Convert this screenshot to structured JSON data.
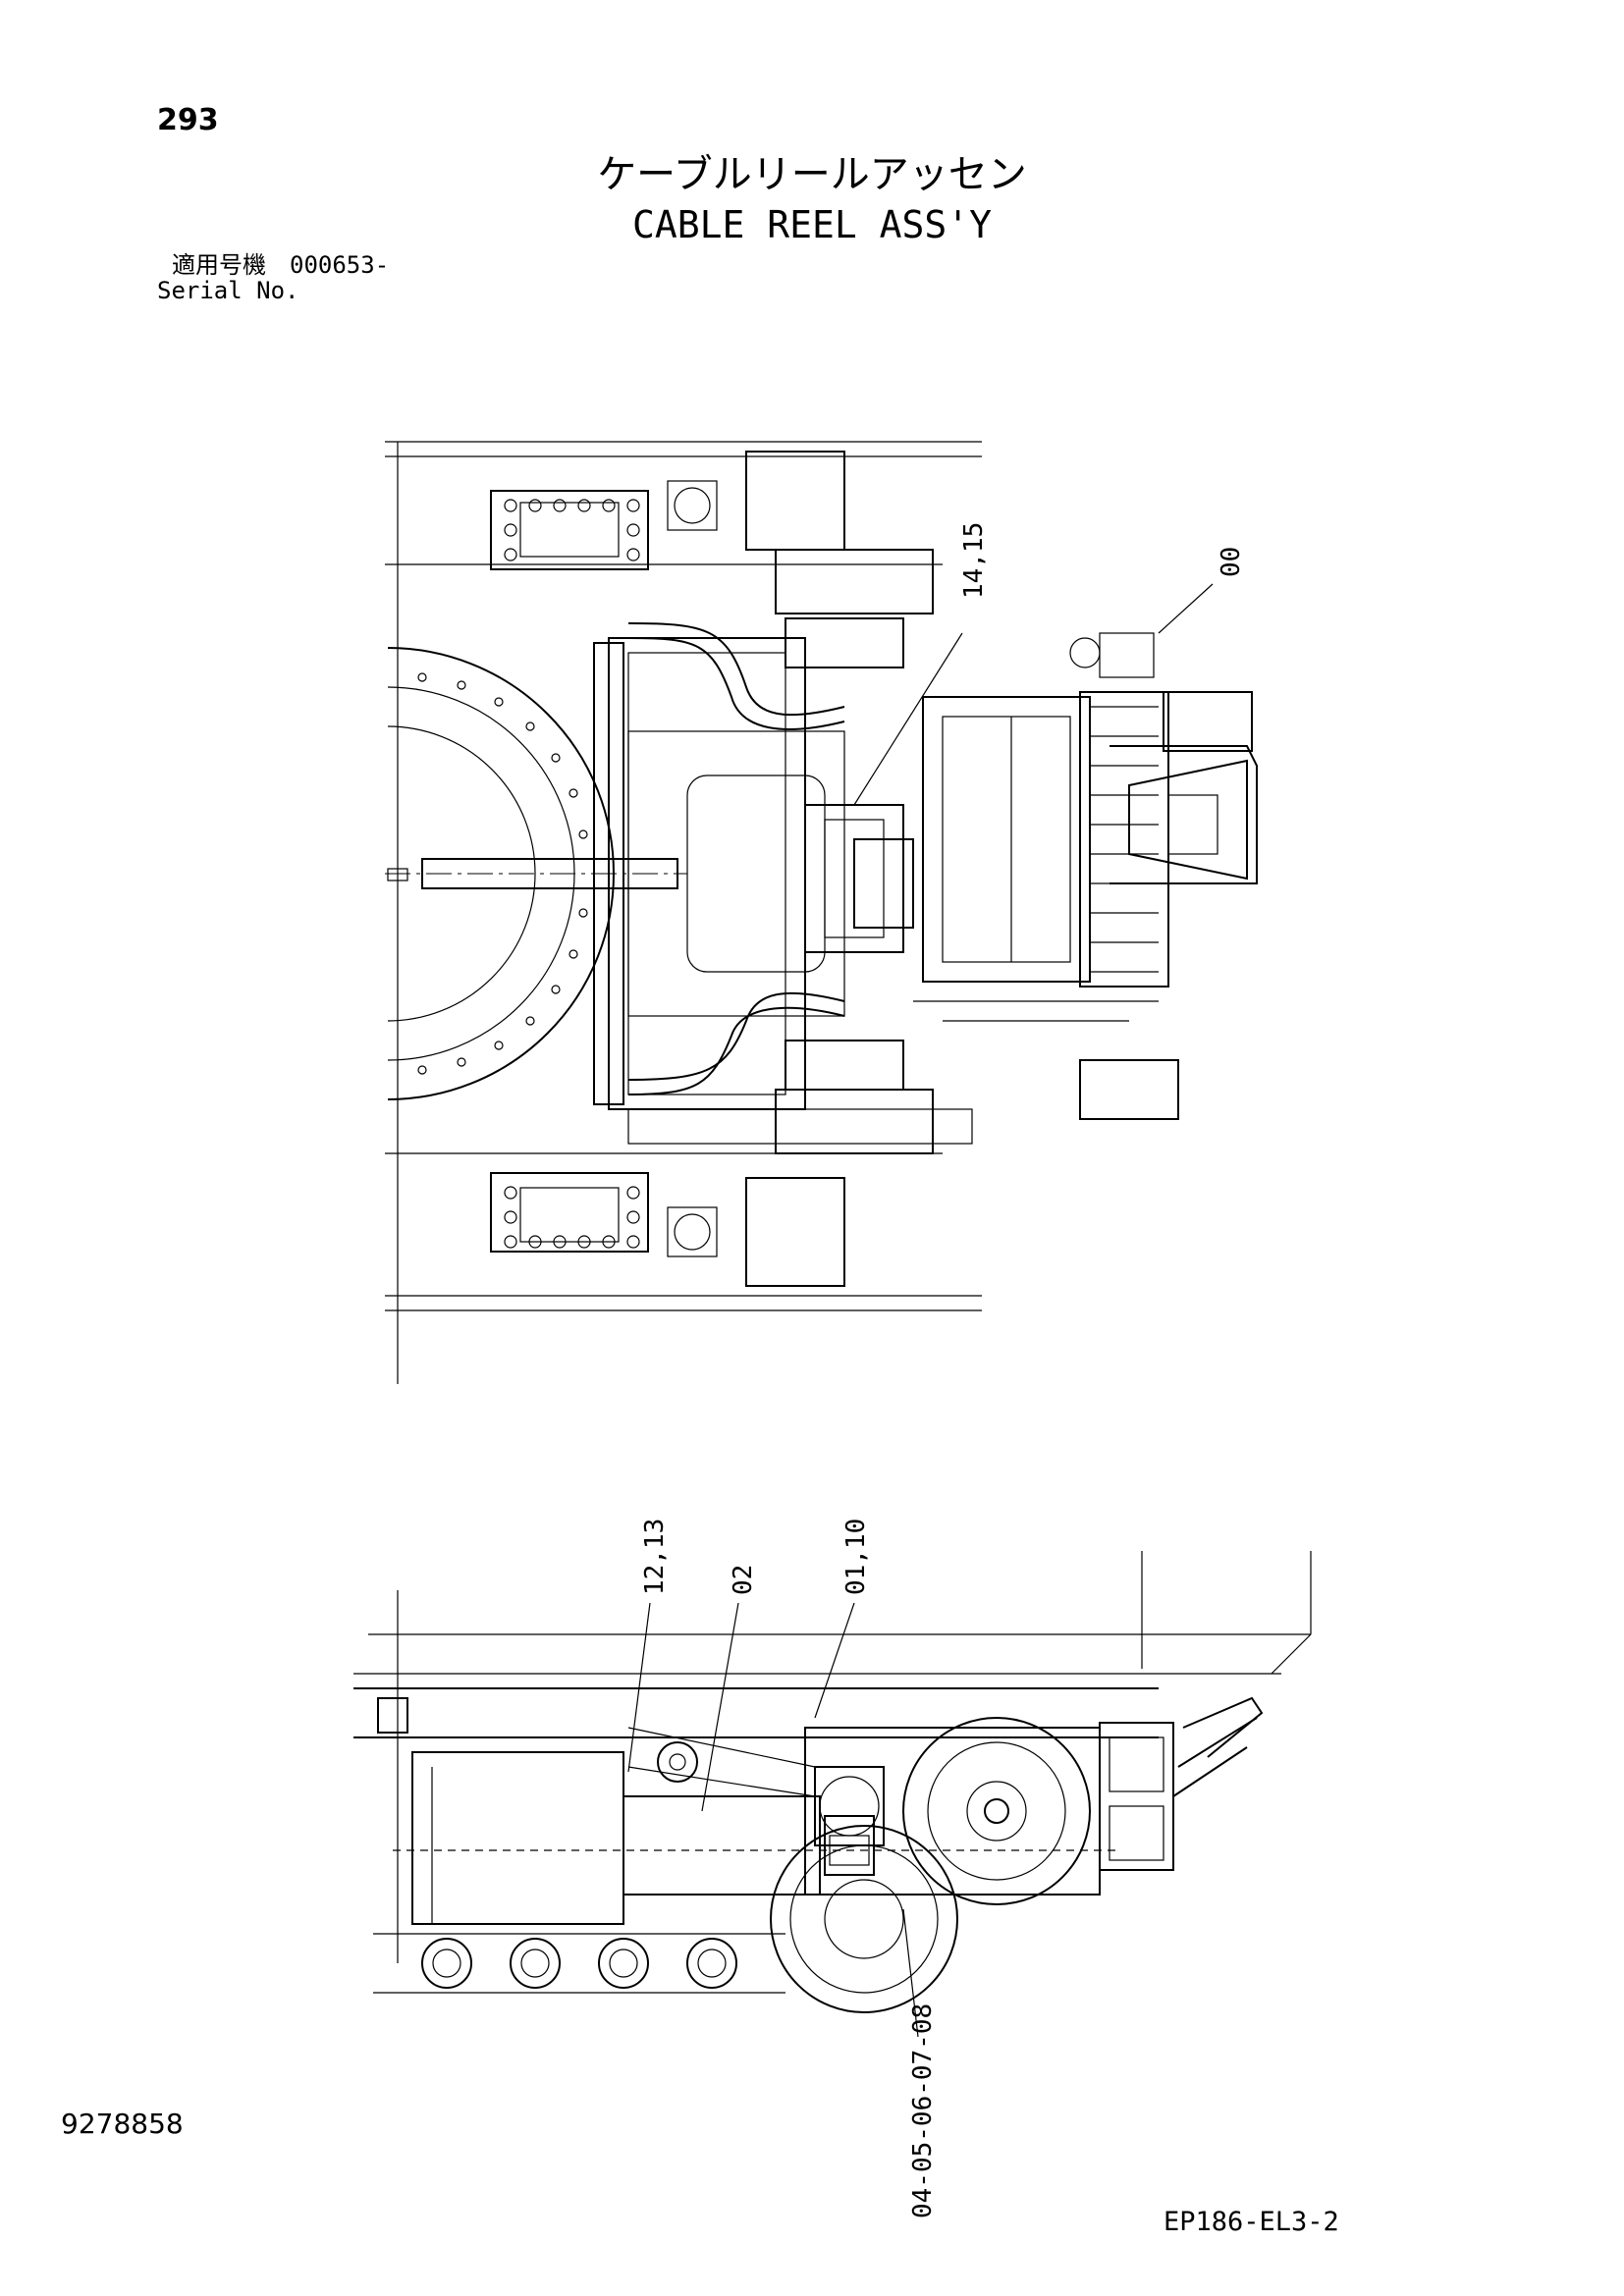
{
  "page": {
    "number": "293"
  },
  "title": {
    "japanese": "ケーブルリールアッセン",
    "english": "CABLE REEL ASS'Y"
  },
  "serial": {
    "label_jp": "適用号機",
    "value": "000653-",
    "label_en": "Serial No."
  },
  "footer": {
    "doc_id": "9278858",
    "drawing_code": "EP186-EL3-2"
  },
  "callouts": {
    "top": {
      "c14_15": "14,15",
      "c00": "00"
    },
    "side": {
      "c12_13": "12,13",
      "c02": "02",
      "c01_10": "01,10",
      "c04_08": "04-05-06-07-08"
    }
  }
}
